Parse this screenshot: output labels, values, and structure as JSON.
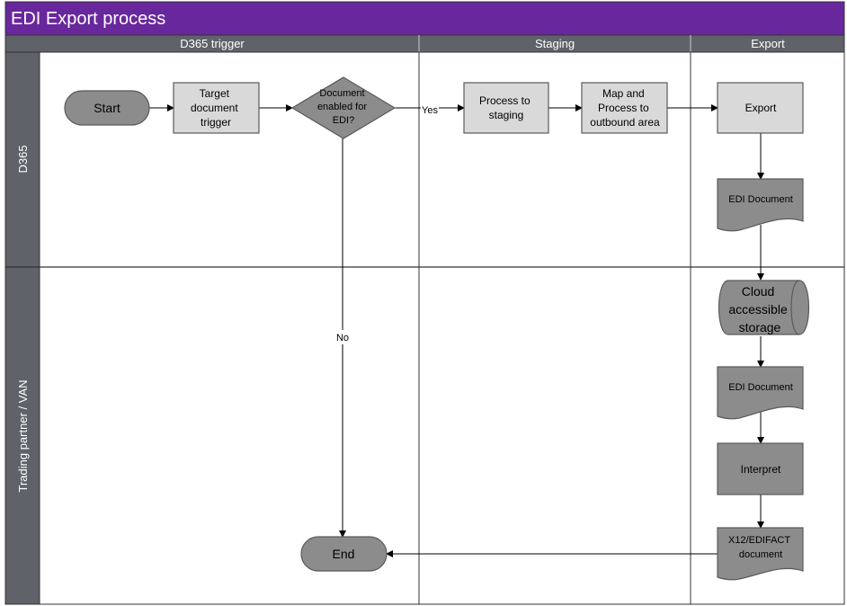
{
  "title": "EDI Export process",
  "columns": [
    {
      "id": "trigger",
      "label": "D365 trigger"
    },
    {
      "id": "staging",
      "label": "Staging"
    },
    {
      "id": "export",
      "label": "Export"
    }
  ],
  "lanes": [
    {
      "id": "d365",
      "label": "D365"
    },
    {
      "id": "partner",
      "label": "Trading partner / VAN"
    }
  ],
  "nodes": {
    "start": "Start",
    "target_trigger": [
      "Target",
      "document",
      "trigger"
    ],
    "decision": [
      "Document",
      "enabled for",
      "EDI?"
    ],
    "process_staging": [
      "Process to",
      "staging"
    ],
    "map_process": [
      "Map and",
      "Process to",
      "outbound area"
    ],
    "export": "Export",
    "edi_doc_1": "EDI Document",
    "cloud_storage": [
      "Cloud",
      "accessible",
      "storage"
    ],
    "edi_doc_2": "EDI Document",
    "interpret": "Interpret",
    "x12_doc": [
      "X12/EDIFACT",
      "document"
    ],
    "end": "End"
  },
  "edge_labels": {
    "yes": "Yes",
    "no": "No"
  },
  "colors": {
    "title_bg": "#68279c",
    "header_bg": "#5f6268",
    "process_fill": "#d9d9d9",
    "dark_fill": "#8c8c8c",
    "shape_stroke": "#5a5a5a"
  }
}
